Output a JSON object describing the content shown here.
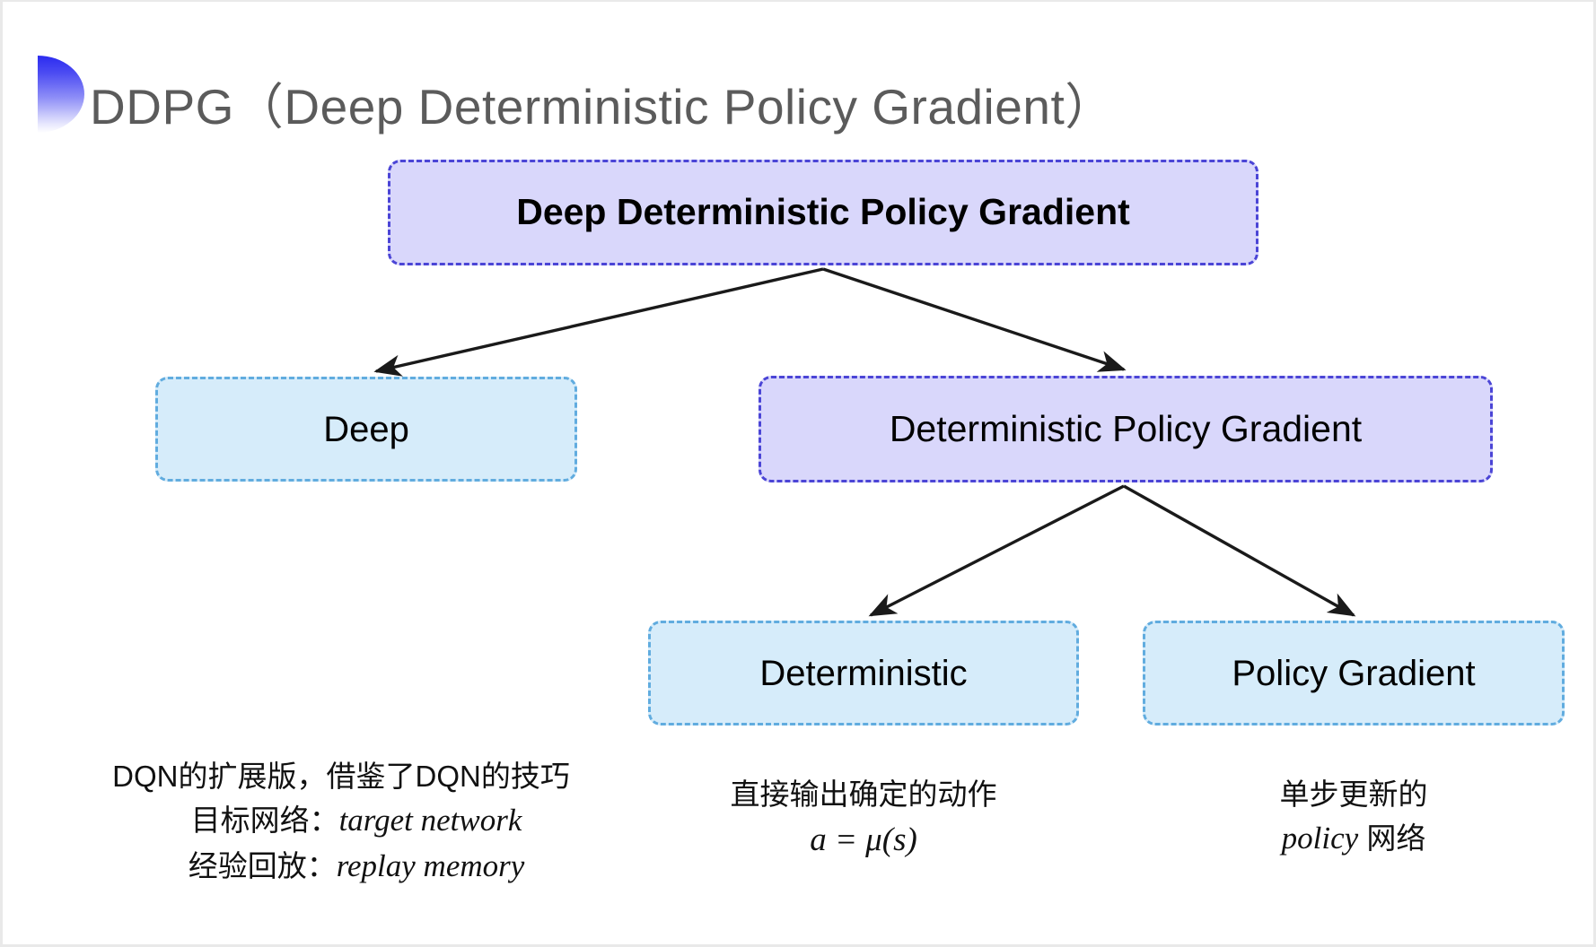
{
  "slide": {
    "title": "DDPG（Deep Deterministic Policy Gradient）",
    "background": "#ffffff"
  },
  "colors": {
    "title_text": "#5b5b5b",
    "bullet_gradient_start": "#2b2bf0",
    "bullet_gradient_end": "#ffffff",
    "purple_fill": "#d9d7fb",
    "purple_border": "#4b45d6",
    "blue_fill": "#d6ecfa",
    "blue_border": "#61acdf",
    "arrow": "#1a1a1a"
  },
  "diagram": {
    "nodes": {
      "root": {
        "label": "Deep Deterministic Policy Gradient",
        "style": "purple"
      },
      "deep": {
        "label": "Deep",
        "style": "blue"
      },
      "dpg": {
        "label": "Deterministic Policy Gradient",
        "style": "purple"
      },
      "deterministic": {
        "label": "Deterministic",
        "style": "blue"
      },
      "policy_gradient": {
        "label": "Policy Gradient",
        "style": "blue"
      }
    },
    "edges": [
      {
        "from": "root",
        "to": "deep"
      },
      {
        "from": "root",
        "to": "dpg"
      },
      {
        "from": "dpg",
        "to": "deterministic"
      },
      {
        "from": "dpg",
        "to": "policy_gradient"
      }
    ]
  },
  "captions": {
    "deep": {
      "line1": "DQN的扩展版，借鉴了DQN的技巧",
      "line2_label": "目标网络：",
      "line2_term": "target network",
      "line3_label": "经验回放：",
      "line3_term": "replay memory"
    },
    "deterministic": {
      "line1": "直接输出确定的动作",
      "formula": "a = μ(s)"
    },
    "policy_gradient": {
      "line1": "单步更新的",
      "line2_term": "policy",
      "line2_suffix": " 网络"
    }
  }
}
